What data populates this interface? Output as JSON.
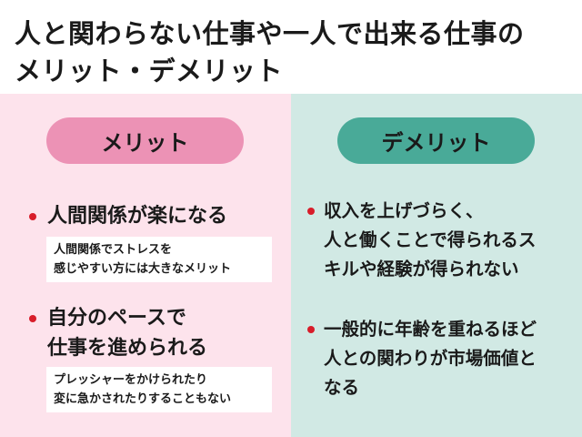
{
  "title": {
    "line1": "人と関わらない仕事や一人で出来る仕事の",
    "line2": "メリット・デメリット"
  },
  "merit": {
    "heading": "メリット",
    "items": [
      {
        "lines": [
          "人間関係が楽になる"
        ],
        "note": [
          "人間関係でストレスを",
          "感じやすい方には大きなメリット"
        ]
      },
      {
        "lines": [
          "自分のペースで",
          "仕事を進められる"
        ],
        "note": [
          "プレッシャーをかけられたり",
          "変に急かされたりすることもない"
        ]
      }
    ]
  },
  "demerit": {
    "heading": "デメリット",
    "items": [
      {
        "lines": [
          "収入を上げづらく、",
          "人と働くことで得られるス",
          "キルや経験が得られない"
        ]
      },
      {
        "lines": [
          "一般的に年齢を重ねるほど",
          "人との関わりが市場価値と",
          "なる"
        ]
      }
    ]
  },
  "colors": {
    "merit_bg": "#fde3ec",
    "merit_accent": "#ec92b5",
    "demerit_bg": "#d1e9e4",
    "demerit_accent": "#49aa98",
    "bullet": "#d81d2a"
  }
}
